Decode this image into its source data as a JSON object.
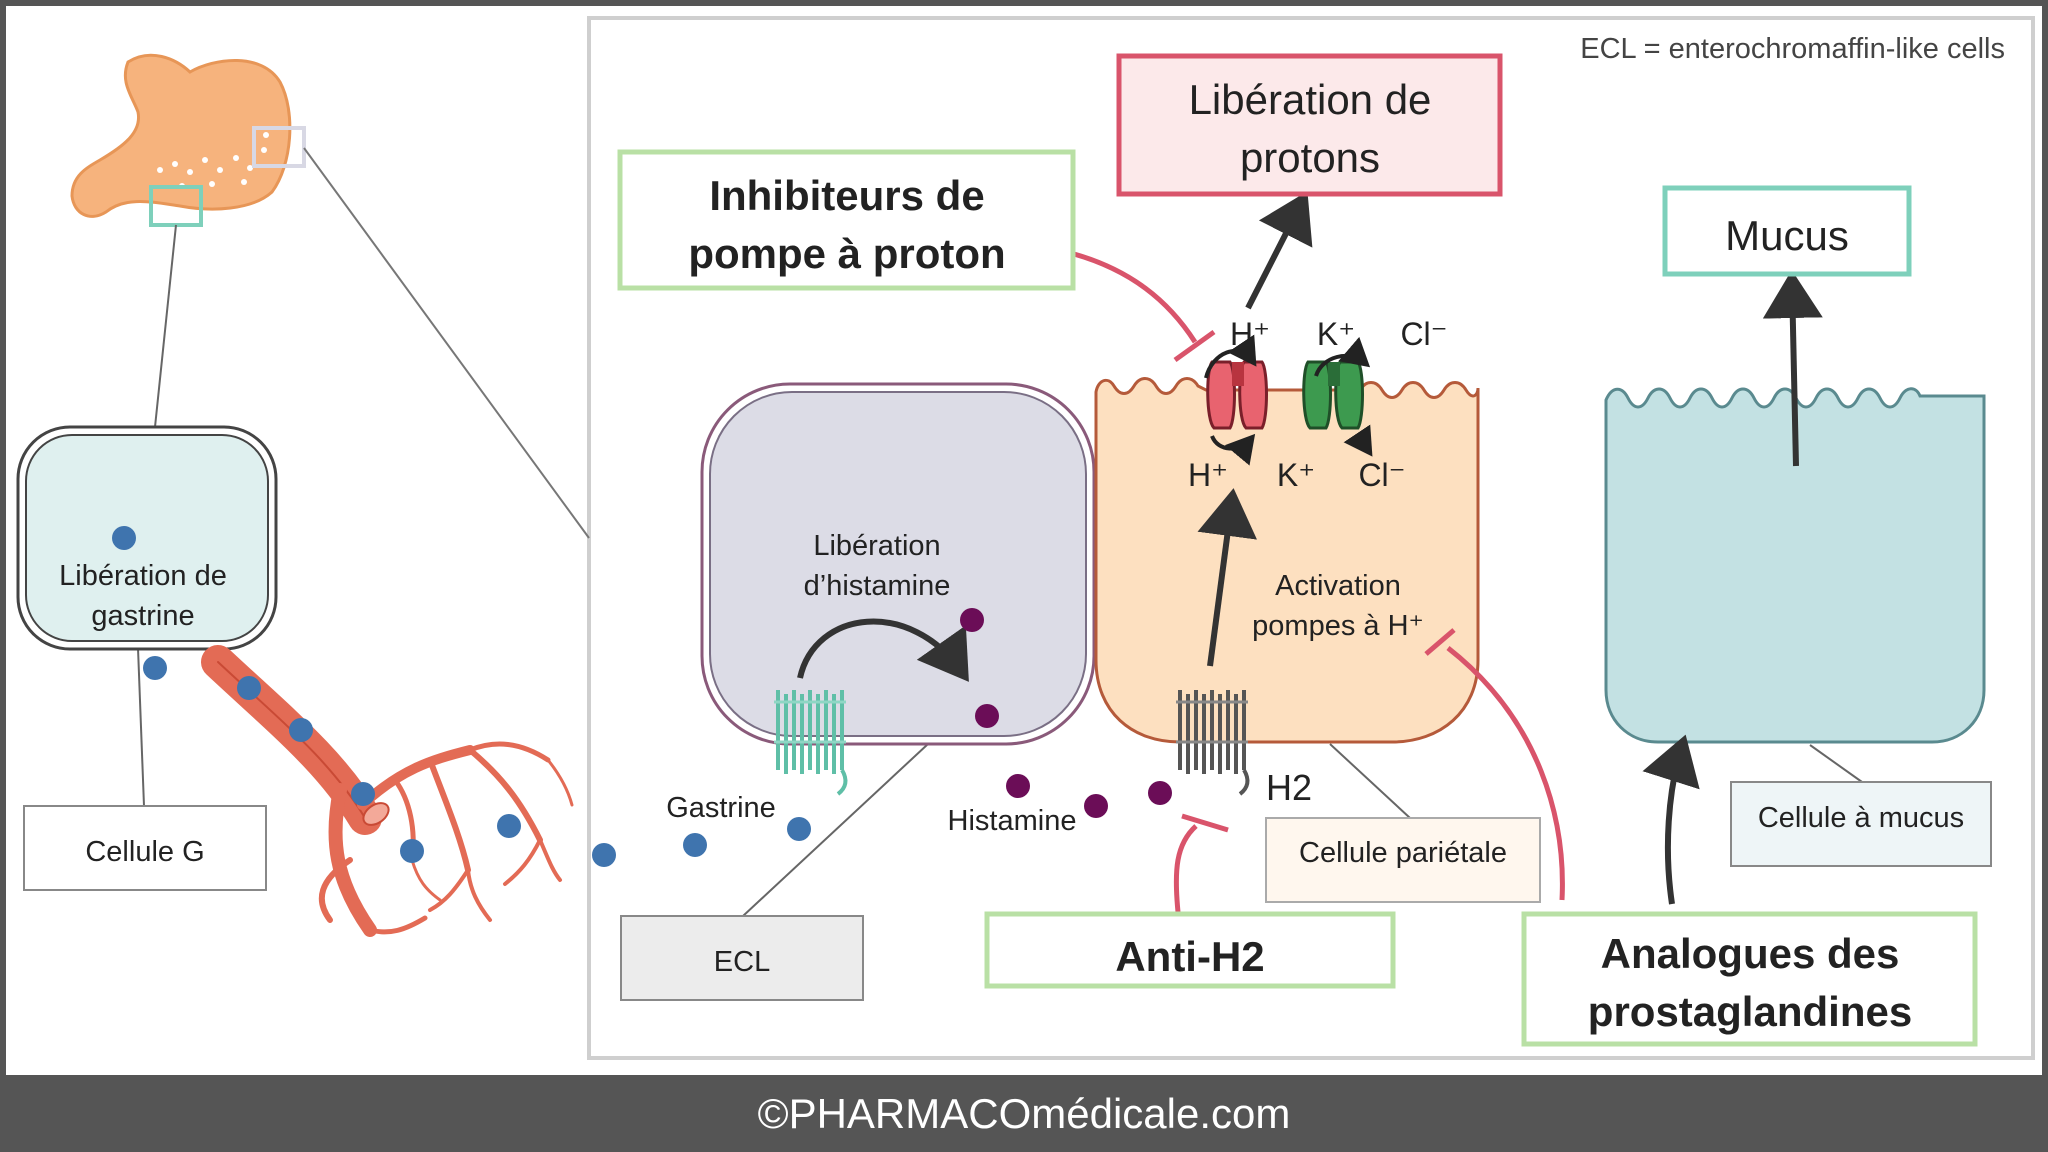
{
  "legend_note": "ECL = enterochromaffin-like cells",
  "boxes": {
    "liberation_protons": "Libération de\nprotons",
    "ipp": "Inhibiteurs de\npompe à proton",
    "mucus": "Mucus",
    "anti_h2": "Anti-H2",
    "prostaglandines": "Analogues des\nprostaglandines"
  },
  "cells": {
    "g_cell_text": "Libération de\ngastrine",
    "g_cell_label": "Cellule G",
    "ecl_text": "Libération\nd’histamine",
    "ecl_label": "ECL",
    "parietal_text": "Activation\npompes à H⁺",
    "parietal_label": "Cellule pariétale",
    "mucus_cell_label": "Cellule à mucus"
  },
  "ions": {
    "h_out": "H⁺",
    "k_out": "K⁺",
    "cl_out": "Cl⁻",
    "h_in": "H⁺",
    "k_in": "K⁺",
    "cl_in": "Cl⁻"
  },
  "labels": {
    "gastrine": "Gastrine",
    "histamine": "Histamine",
    "h2": "H2"
  },
  "footer": "©PHARMACOmédicale.com",
  "colors": {
    "frame_bg": "#ffffff",
    "outer_bg": "#555555",
    "green_border": "#b9e0a5",
    "red_border": "#d9546b",
    "teal_border": "#7ed0bb",
    "inhibit_line": "#d9546b",
    "gastrine_dot": "#3f74ae",
    "histamine_dot": "#6b0d57",
    "parietal_fill": "#fde0c0",
    "ecl_fill": "#dcdce6",
    "g_cell_fill": "#dff0ef",
    "mucus_cell_fill": "#c3e1e3",
    "vessel": "#e36b55",
    "pump_red": "#e8636f",
    "pump_green": "#3d9a4f"
  },
  "icons": [
    "stomach-icon",
    "blood-vessel-icon",
    "h2-receptor-icon",
    "gastrin-receptor-icon",
    "proton-pump-icon",
    "k-cl-channel-icon"
  ]
}
